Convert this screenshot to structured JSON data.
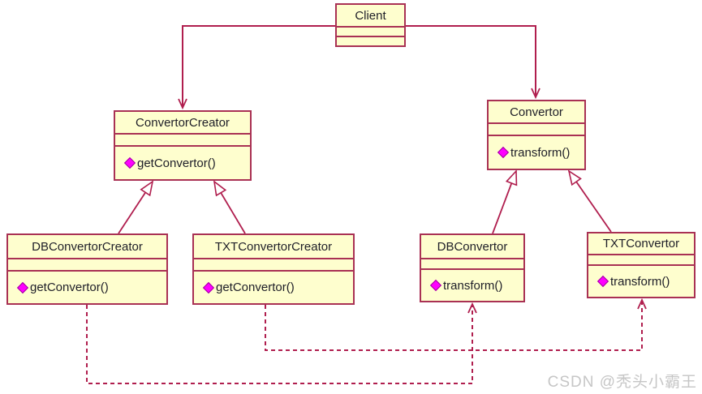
{
  "diagram": {
    "type": "uml-class-diagram",
    "classes": [
      {
        "id": "client",
        "name": "Client",
        "methods": []
      },
      {
        "id": "convertor-creator",
        "name": "ConvertorCreator",
        "methods": [
          "getConvertor()"
        ]
      },
      {
        "id": "convertor",
        "name": "Convertor",
        "methods": [
          "transform()"
        ]
      },
      {
        "id": "db-convertor-creator",
        "name": "DBConvertorCreator",
        "methods": [
          "getConvertor()"
        ]
      },
      {
        "id": "txt-convertor-creator",
        "name": "TXTConvertorCreator",
        "methods": [
          "getConvertor()"
        ]
      },
      {
        "id": "db-convertor",
        "name": "DBConvertor",
        "methods": [
          "transform()"
        ]
      },
      {
        "id": "txt-convertor",
        "name": "TXTConvertor",
        "methods": [
          "transform()"
        ]
      }
    ],
    "relationships": [
      {
        "from": "Client",
        "to": "ConvertorCreator",
        "type": "association-arrow"
      },
      {
        "from": "Client",
        "to": "Convertor",
        "type": "association-arrow"
      },
      {
        "from": "DBConvertorCreator",
        "to": "ConvertorCreator",
        "type": "generalization"
      },
      {
        "from": "TXTConvertorCreator",
        "to": "ConvertorCreator",
        "type": "generalization"
      },
      {
        "from": "DBConvertor",
        "to": "Convertor",
        "type": "generalization"
      },
      {
        "from": "TXTConvertor",
        "to": "Convertor",
        "type": "generalization"
      },
      {
        "from": "DBConvertorCreator",
        "to": "DBConvertor",
        "type": "dashed-dependency-arrow"
      },
      {
        "from": "TXTConvertorCreator",
        "to": "TXTConvertor",
        "type": "dashed-dependency-arrow"
      }
    ],
    "colors": {
      "box_fill": "#FEFECE",
      "box_border": "#A93154",
      "line": "#B01E4E",
      "method_icon": "#FF00FF",
      "text": "#1E1E28",
      "watermark": "#C6C6C6"
    },
    "icons": {
      "method_visibility": "diamond-icon"
    },
    "watermark": "CSDN @秃头小霸王"
  }
}
